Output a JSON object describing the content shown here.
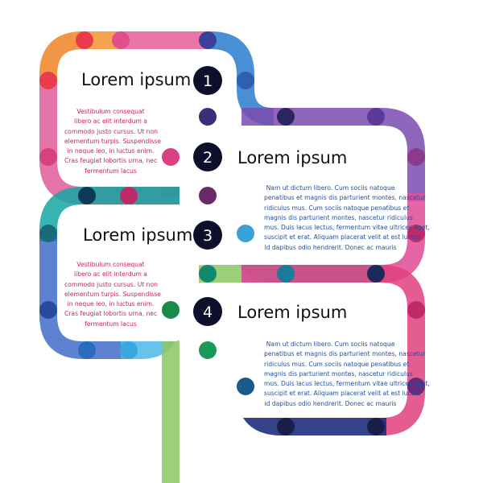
{
  "steps": [
    {
      "number": "1",
      "heading": "Lorem ipsum",
      "body_lines": [
        "Vestibulum consequat",
        "libero ac elit interdum a",
        "commodo justo cursus. Ut non",
        "elementum turpis. Suspendisse",
        "in neque leo, in luctus enim.",
        "Cras feugiat lobortis urna, nec",
        "fermentum lacus"
      ]
    },
    {
      "number": "2",
      "heading": "Lorem ipsum",
      "body_lines": [
        "Nam ut dictum libero. Cum sociis natoque",
        "penatibus et magnis dis parturient montes, nascetur",
        "ridiculus mus. Cum sociis natoque penatibus et",
        "magnis dis parturient montes, nascetur ridiculus",
        "mus. Duis lacus lectus, fermentum vitae ultrices eget,",
        "suscipit et erat. Aliquam placerat velit at est luctus",
        "id dapibus odio hendrerit. Donec ac mauris"
      ]
    },
    {
      "number": "3",
      "heading": "Lorem ipsum",
      "body_lines": [
        "Vestibulum consequat",
        "libero ac elit interdum a",
        "commodo justo cursus. Ut non",
        "elementum turpis. Suspendisse",
        "in neque leo, in luctus enim.",
        "Cras feugiat lobortis urna, nec",
        "fermentum lacus"
      ]
    },
    {
      "number": "4",
      "heading": "Lorem ipsum",
      "body_lines": [
        "Nam ut dictum libero. Cum sociis natoque",
        "penatibus et magnis dis parturient montes, nascetur",
        "ridiculus mus. Cum sociis natoque penatibus et",
        "magnis dis parturient montes, nascetur ridiculus",
        "mus. Duis lacus lectus, fermentum vitae ultrices eget,",
        "suscipit et erat. Aliquam placerat velit at est luctus",
        "id dapibus odio hendrerit. Donec ac mauris"
      ]
    }
  ],
  "colors": {
    "badge_fill": "#0d0f2b",
    "badge_text": "#ffffff",
    "heading_text": "#111111",
    "pink_text": "#c8245a",
    "blue_text": "#1f4f99",
    "track_pink": "#e35b95",
    "track_orange": "#f39a3b",
    "track_red": "#ea3b4d",
    "track_blue": "#2f7fcf",
    "track_navy": "#1e2e7c",
    "track_purple": "#8a4ca8",
    "track_magenta": "#d8407f",
    "track_teal": "#14aab0",
    "track_green": "#8cc560",
    "track_sky": "#4cb8e6"
  }
}
